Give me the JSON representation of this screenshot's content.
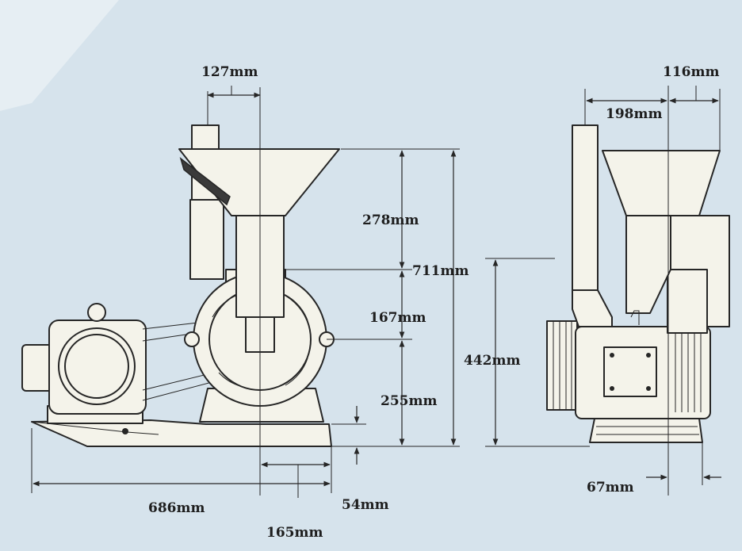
{
  "diagram": {
    "background_color": "#d6e3ec",
    "machine_fill_color": "#f4f3ea",
    "line_color": "#262626",
    "front_view": {
      "dimensions": {
        "hopper_offset": "127mm",
        "hopper_height": "278mm",
        "total_height": "711mm",
        "mid_height": "167mm",
        "lower_height": "255mm",
        "total_length": "686mm",
        "base_thickness": "54mm",
        "base_offset": "165mm"
      }
    },
    "side_view": {
      "dimensions": {
        "top_right_offset": "116mm",
        "top_width": "198mm",
        "shaft_height": "442mm",
        "base_offset": "67mm"
      }
    }
  }
}
